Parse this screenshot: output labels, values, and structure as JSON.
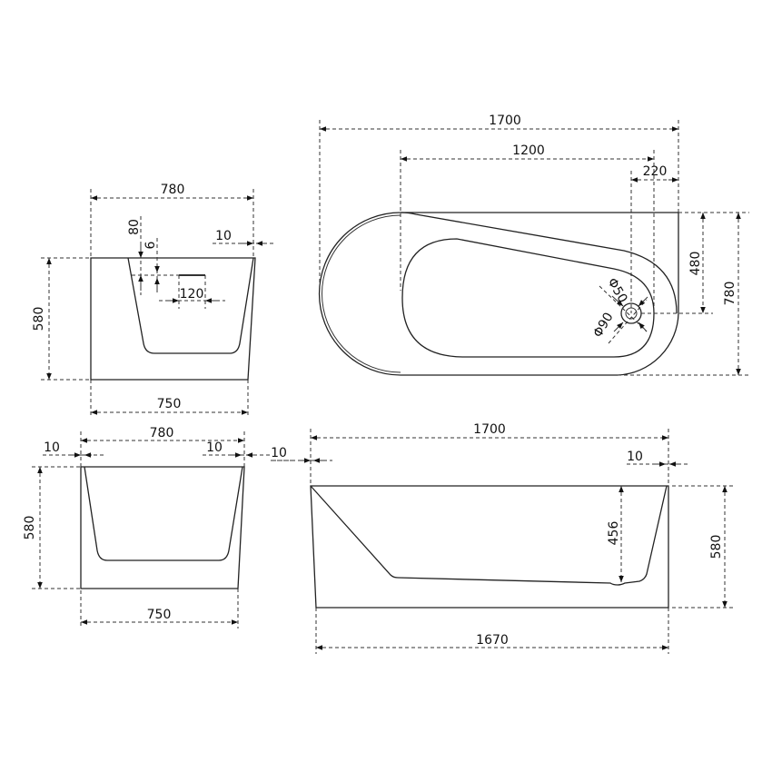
{
  "drawing": {
    "type": "bathtub technical dimension drawing",
    "views": {
      "side_section": {
        "dims": {
          "top_width": "780",
          "bottom_width": "750",
          "height": "580",
          "rim": "10",
          "overflow_top": "80",
          "overflow_gap": "6",
          "overflow_width": "120"
        }
      },
      "plan_top": {
        "dims": {
          "length": "1700",
          "inner_length": "1200",
          "drain_offset_x": "220",
          "drain_offset_y": "480",
          "width": "780",
          "drain_inner_dia": "Φ50",
          "drain_outer_dia": "Φ90"
        }
      },
      "end_section": {
        "dims": {
          "top_width": "780",
          "bottom_width": "750",
          "height": "580",
          "left_rim": "10",
          "right_rim": "10",
          "outer_rim": "10"
        }
      },
      "long_section": {
        "dims": {
          "top_length": "1700",
          "bottom_length": "1670",
          "height": "580",
          "depth": "456",
          "left_rim": "10",
          "right_rim": "10"
        }
      }
    }
  }
}
